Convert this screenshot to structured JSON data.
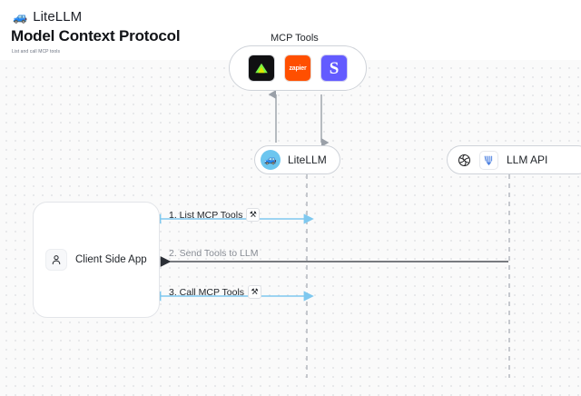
{
  "brand": {
    "logo_icon": "car-logo-icon",
    "name": "LiteLLM"
  },
  "header": {
    "title": "Model Context Protocol",
    "subtitle": "List and call MCP tools"
  },
  "diagram": {
    "mcp_group": {
      "title": "MCP Tools",
      "tools": [
        {
          "name": "linear",
          "icon": "linear-triangle-icon",
          "label": "",
          "bg": "#101012"
        },
        {
          "name": "zapier",
          "icon": "zapier-icon",
          "label": "zapier",
          "bg": "#ff4f00"
        },
        {
          "name": "stripe",
          "icon": "stripe-s-icon",
          "label": "S",
          "bg": "#635bff"
        }
      ]
    },
    "litellm_node": {
      "label": "LiteLLM",
      "avatar_icon": "litellm-avatar-icon"
    },
    "llm_api_node": {
      "label": "LLM API",
      "icons": [
        {
          "name": "openai-icon"
        },
        {
          "name": "anthropic-icon"
        }
      ]
    },
    "client_node": {
      "label": "Client Side App",
      "icon": "person-icon"
    },
    "edges": [
      {
        "step": "1. List MCP Tools",
        "icon": "tools-icon",
        "color": "#7ec8ef"
      },
      {
        "step": "2. Send Tools to LLM",
        "icon": "",
        "color": "#6b7280"
      },
      {
        "step": "3. Call MCP Tools",
        "icon": "tools-icon",
        "color": "#7ec8ef"
      }
    ]
  },
  "colors": {
    "canvas_bg": "#fafafa",
    "dot_grid": "#e2e3e6",
    "node_border": "#cfd3d9",
    "accent_blue": "#7ec8ef",
    "arrow_gray": "#6b7280",
    "text_dark": "#1f2328",
    "text_muted": "#878c94"
  }
}
